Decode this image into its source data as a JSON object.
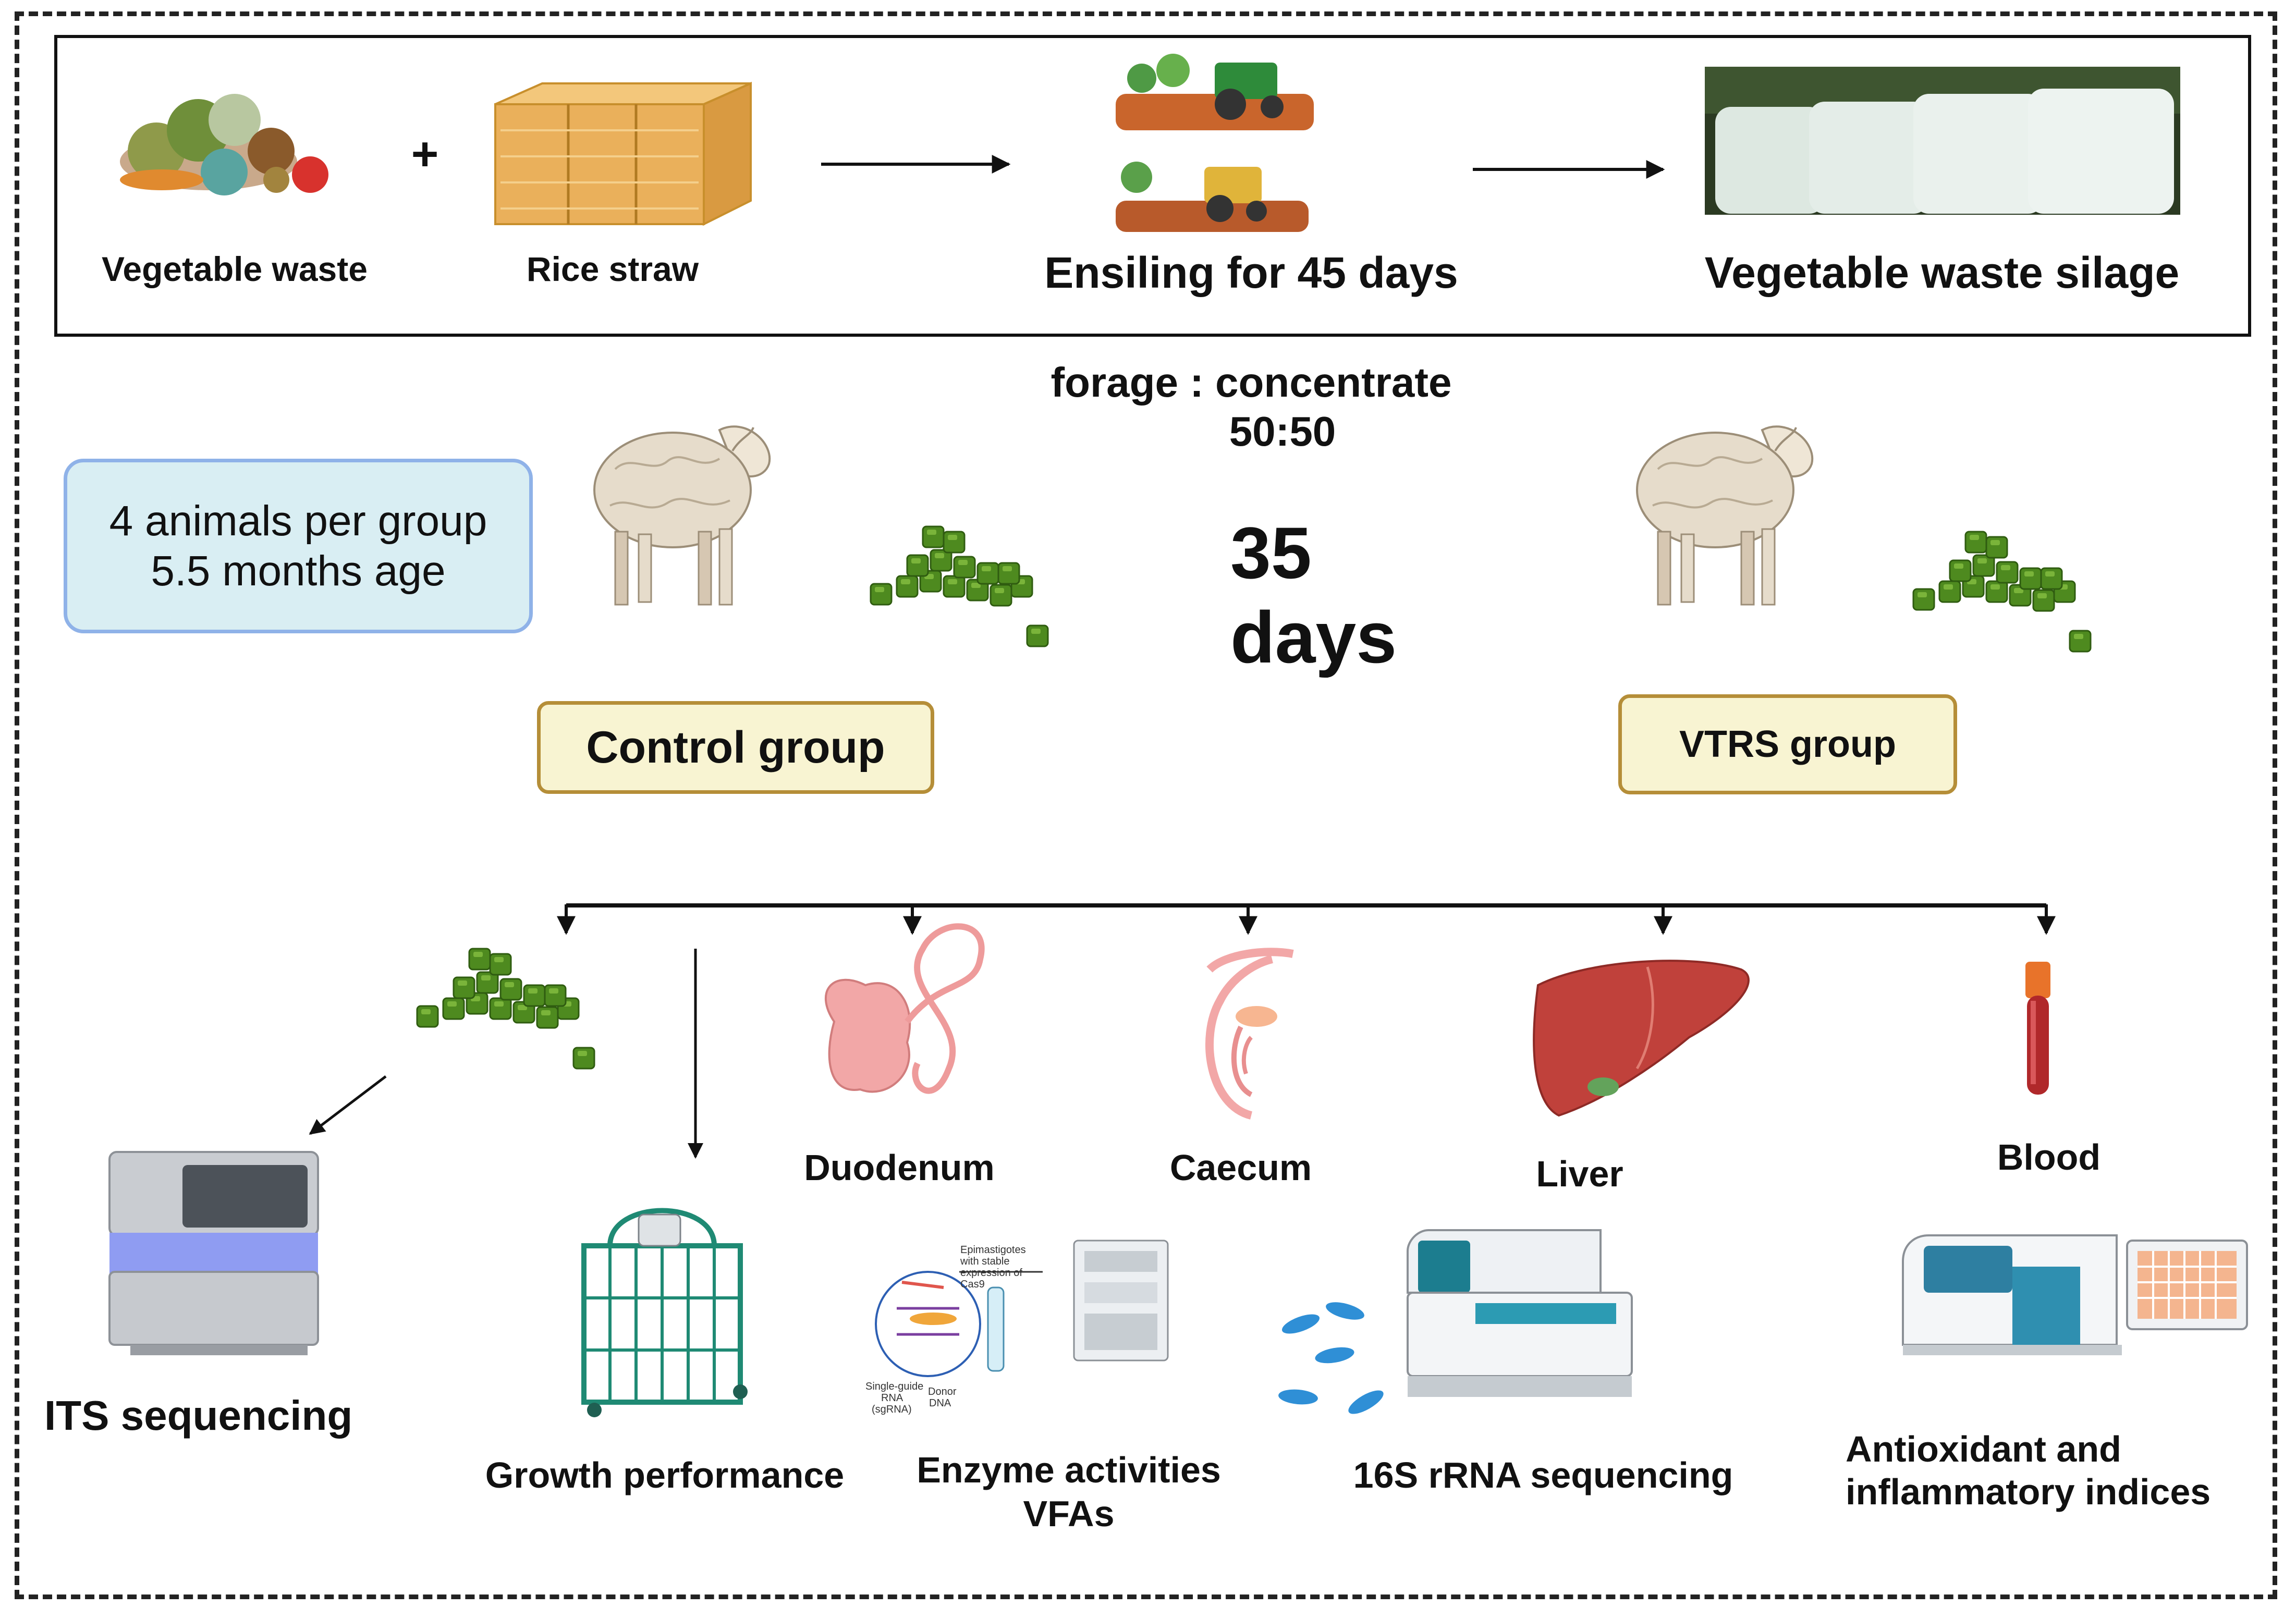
{
  "top_row": {
    "vegetable_waste": "Vegetable waste",
    "plus": "+",
    "rice_straw": "Rice straw",
    "ensiling": "Ensiling for 45 days",
    "silage": "Vegetable waste silage"
  },
  "ratio": {
    "label": "forage : concentrate",
    "value": "50:50"
  },
  "info": {
    "line1": "4 animals per group",
    "line2": "5.5 months age"
  },
  "duration": {
    "number": "35",
    "unit": "days"
  },
  "groups": {
    "control": "Control group",
    "vtrs": "VTRS group"
  },
  "samples": {
    "duodenum": "Duodenum",
    "caecum": "Caecum",
    "liver": "Liver",
    "blood": "Blood"
  },
  "analyses": {
    "its": "ITS sequencing",
    "growth": "Growth performance",
    "enzyme_line1": "Enzyme activities",
    "enzyme_line2": "VFAs",
    "rrna": "16S rRNA sequencing",
    "antiox_line1": "Antioxidant and",
    "antiox_line2": "inflammatory indices"
  },
  "crispr_labels": {
    "epimastigotes_1": "Epimastigotes",
    "epimastigotes_2": "with stable",
    "epimastigotes_3": "expression of",
    "epimastigotes_4": "Cas9",
    "sgrna_1": "Single-guide",
    "sgrna_2": "RNA",
    "sgrna_3": "(sgRNA)",
    "donor_1": "Donor",
    "donor_2": "DNA"
  },
  "colors": {
    "pellet_green": "#4e8a1f",
    "sheep_wool": "#e6dccb",
    "group_fill": "#f8f4d2",
    "group_border": "#b58e38",
    "info_fill": "#d9eef3",
    "info_border": "#8fb2e8",
    "liver": "#c0413b",
    "organ_pink": "#f2a7a7",
    "instrument_teal": "#1f7f95"
  }
}
